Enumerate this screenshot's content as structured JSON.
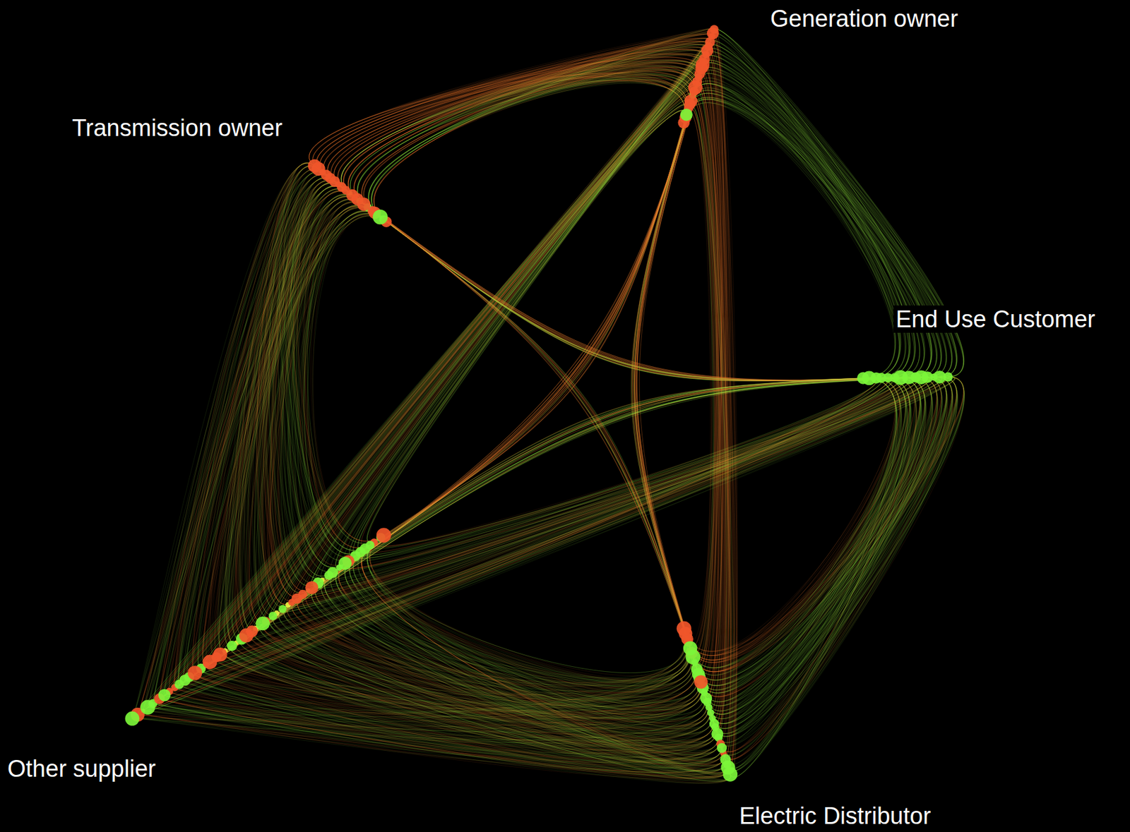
{
  "diagram": {
    "labels": [
      "Generation owner",
      "Transmission owner",
      "End Use Customer",
      "Other supplier",
      "Electric Distributor"
    ]
  }
}
